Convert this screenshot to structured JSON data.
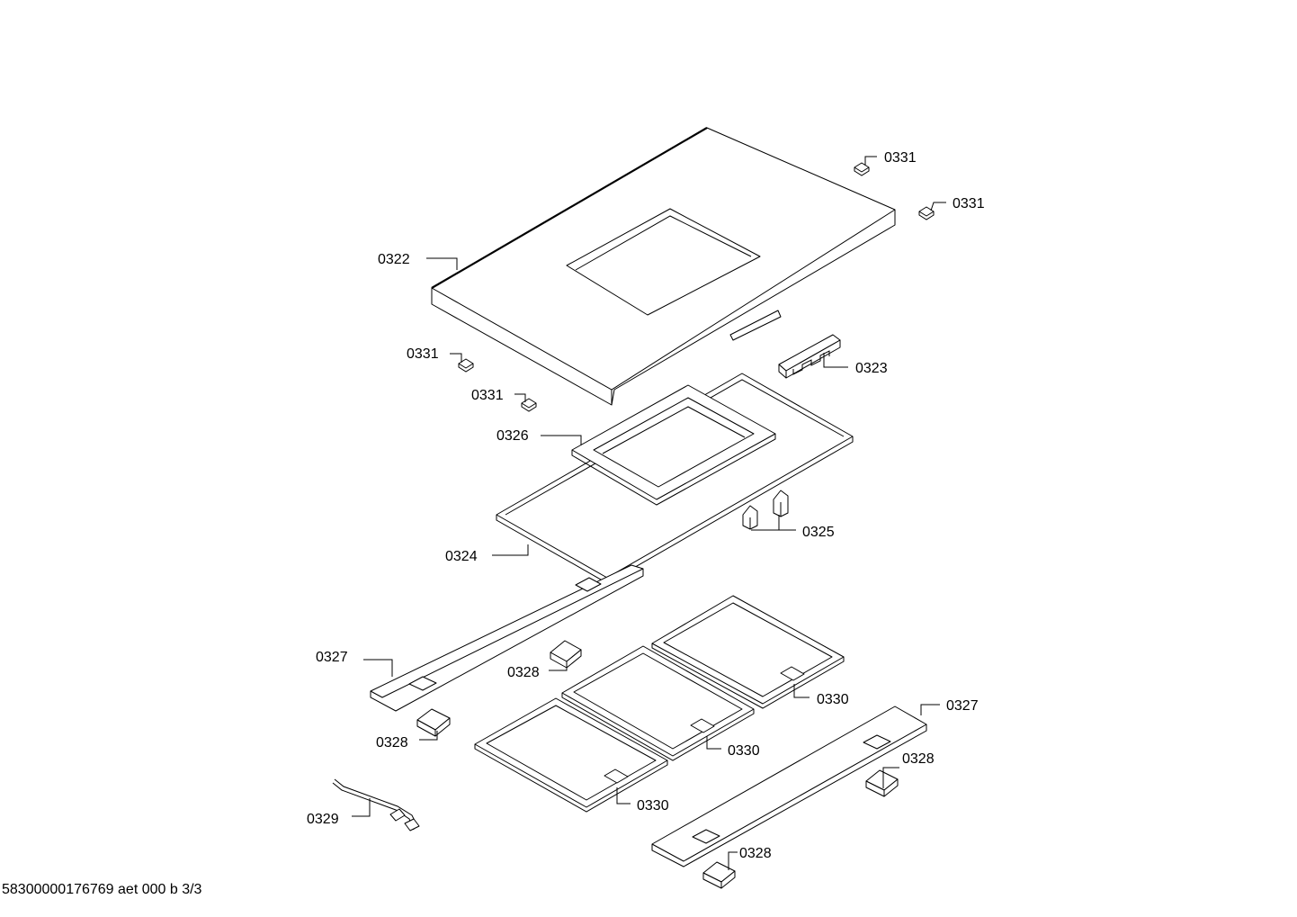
{
  "labels": {
    "l0331a": "0331",
    "l0331b": "0331",
    "l0322": "0322",
    "l0331c": "0331",
    "l0323": "0323",
    "l0331d": "0331",
    "l0326": "0326",
    "l0325": "0325",
    "l0324": "0324",
    "l0327a": "0327",
    "l0328a": "0328",
    "l0330a": "0330",
    "l0327b": "0327",
    "l0328b": "0328",
    "l0330b": "0330",
    "l0328c": "0328",
    "l0330c": "0330",
    "l0329": "0329",
    "l0328d": "0328"
  },
  "footer": "58300000176769 aet 000 b 3/3"
}
